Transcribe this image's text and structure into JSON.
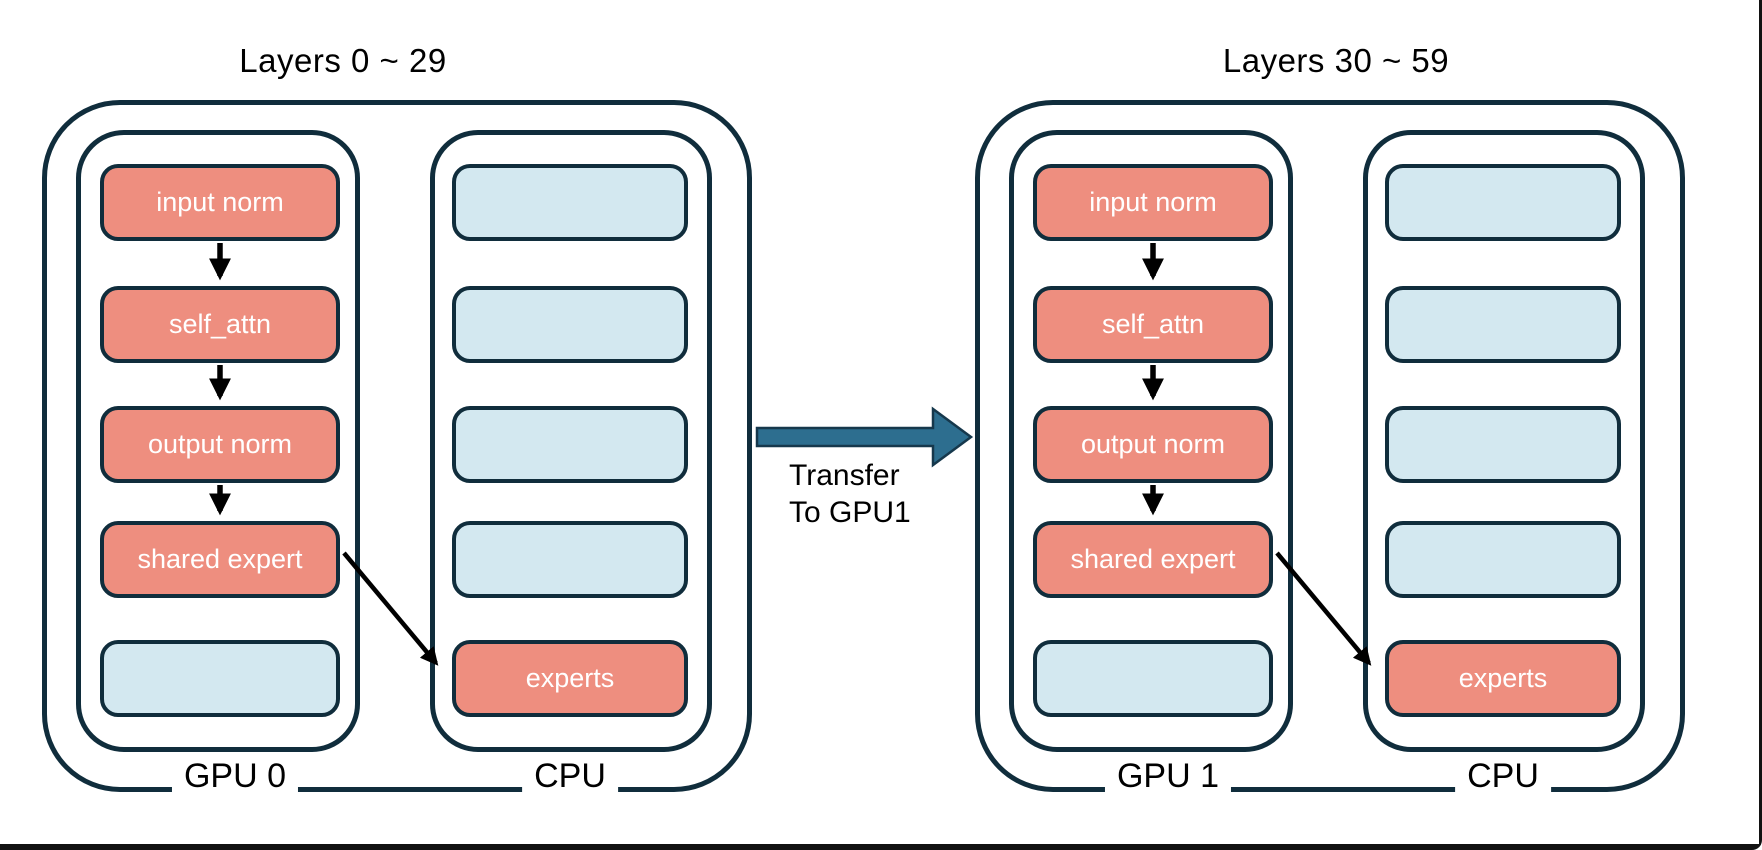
{
  "colors": {
    "box_salmon": "#EE8E7F",
    "box_light_blue": "#D3E8F0",
    "outline_dark_teal": "#102D3C",
    "transfer_arrow_teal": "#2D6E8F",
    "flow_arrow_black": "#000000",
    "box_text": "#ffffff",
    "label_text": "#000000",
    "background": "#ffffff"
  },
  "transfer": {
    "label_line1": "Transfer",
    "label_line2": "To GPU1"
  },
  "groups": [
    {
      "title": "Layers 0 ~ 29",
      "gpu_label": "GPU 0",
      "cpu_label": "CPU",
      "gpu_rows": [
        {
          "label": "input norm",
          "type": "salmon"
        },
        {
          "label": "self_attn",
          "type": "salmon"
        },
        {
          "label": "output norm",
          "type": "salmon"
        },
        {
          "label": "shared expert",
          "type": "salmon"
        },
        {
          "label": "",
          "type": "blue"
        }
      ],
      "cpu_rows": [
        {
          "label": "",
          "type": "blue"
        },
        {
          "label": "",
          "type": "blue"
        },
        {
          "label": "",
          "type": "blue"
        },
        {
          "label": "",
          "type": "blue"
        },
        {
          "label": "experts",
          "type": "salmon"
        }
      ]
    },
    {
      "title": "Layers 30 ~ 59",
      "gpu_label": "GPU 1",
      "cpu_label": "CPU",
      "gpu_rows": [
        {
          "label": "input norm",
          "type": "salmon"
        },
        {
          "label": "self_attn",
          "type": "salmon"
        },
        {
          "label": "output norm",
          "type": "salmon"
        },
        {
          "label": "shared expert",
          "type": "salmon"
        },
        {
          "label": "",
          "type": "blue"
        }
      ],
      "cpu_rows": [
        {
          "label": "",
          "type": "blue"
        },
        {
          "label": "",
          "type": "blue"
        },
        {
          "label": "",
          "type": "blue"
        },
        {
          "label": "",
          "type": "blue"
        },
        {
          "label": "experts",
          "type": "salmon"
        }
      ]
    }
  ]
}
